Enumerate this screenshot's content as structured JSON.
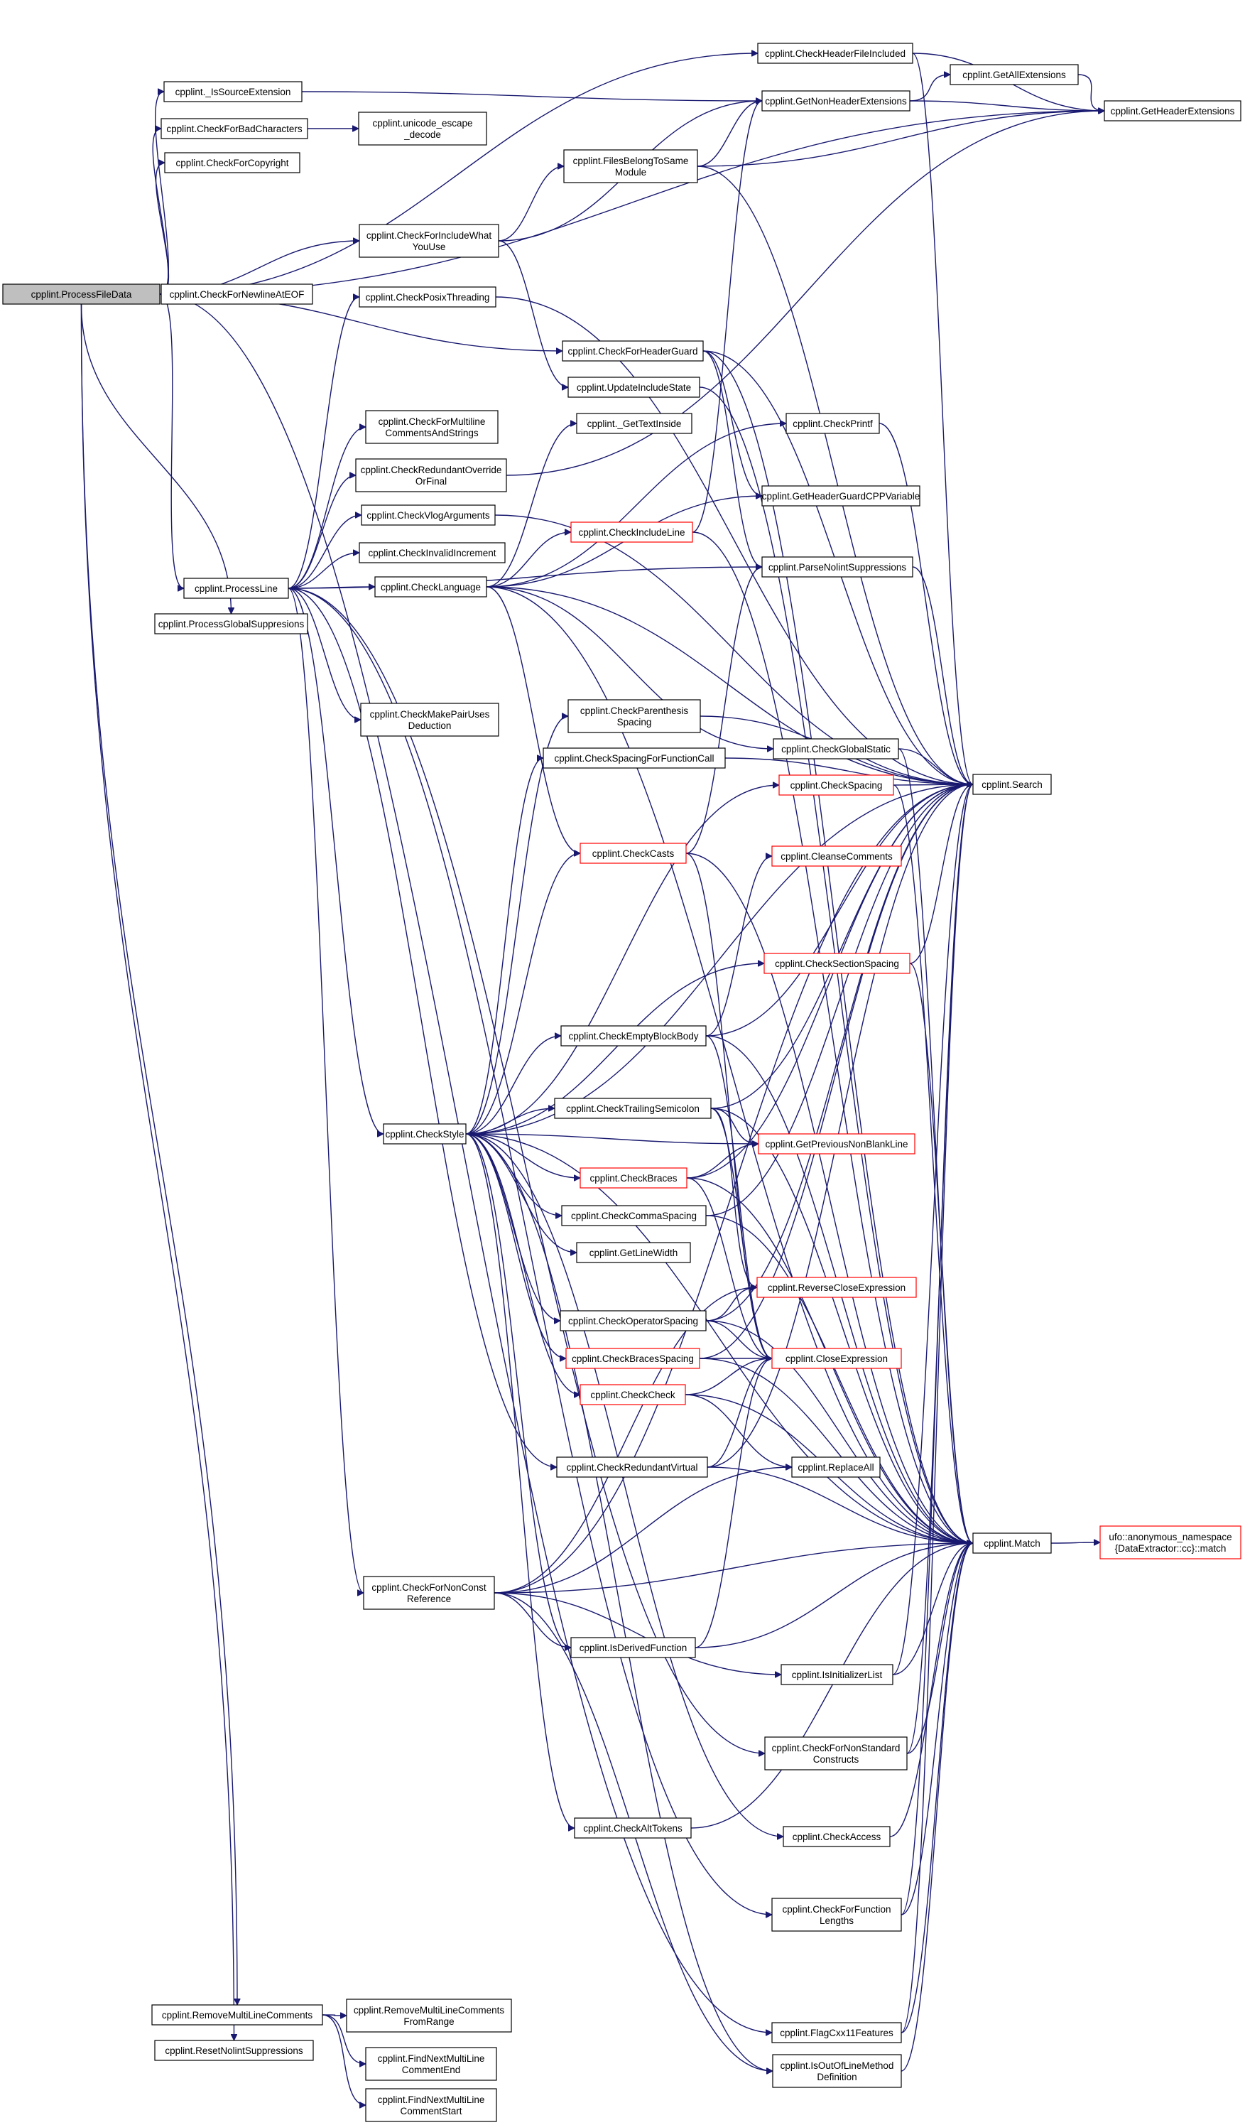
{
  "diagram": {
    "nodes": {
      "PFD": {
        "lines": [
          "cpplint.ProcessFileData"
        ],
        "red": false,
        "root": true
      },
      "ISE": {
        "lines": [
          "cpplint._IsSourceExtension"
        ],
        "red": false
      },
      "CFBC": {
        "lines": [
          "cpplint.CheckForBadCharacters"
        ],
        "red": false
      },
      "UED": {
        "lines": [
          "cpplint.unicode_escape",
          "_decode"
        ],
        "red": false
      },
      "CFC": {
        "lines": [
          "cpplint.CheckForCopyright"
        ],
        "red": false
      },
      "CFIWYU": {
        "lines": [
          "cpplint.CheckForIncludeWhat",
          "YouUse"
        ],
        "red": false
      },
      "CFNAE": {
        "lines": [
          "cpplint.CheckForNewlineAtEOF"
        ],
        "red": false
      },
      "CPT": {
        "lines": [
          "cpplint.CheckPosixThreading"
        ],
        "red": false
      },
      "CFMCS": {
        "lines": [
          "cpplint.CheckForMultiline",
          "CommentsAndStrings"
        ],
        "red": false
      },
      "CROOF": {
        "lines": [
          "cpplint.CheckRedundantOverride",
          "OrFinal"
        ],
        "red": false
      },
      "CVA": {
        "lines": [
          "cpplint.CheckVlogArguments"
        ],
        "red": false
      },
      "CII": {
        "lines": [
          "cpplint.CheckInvalidIncrement"
        ],
        "red": false
      },
      "PL": {
        "lines": [
          "cpplint.ProcessLine"
        ],
        "red": false
      },
      "PGS": {
        "lines": [
          "cpplint.ProcessGlobalSuppresions"
        ],
        "red": false
      },
      "CMPUD": {
        "lines": [
          "cpplint.CheckMakePairUses",
          "Deduction"
        ],
        "red": false
      },
      "CS": {
        "lines": [
          "cpplint.CheckStyle"
        ],
        "red": false
      },
      "CFNCR": {
        "lines": [
          "cpplint.CheckForNonConst",
          "Reference"
        ],
        "red": false
      },
      "RMLC": {
        "lines": [
          "cpplint.RemoveMultiLineComments"
        ],
        "red": false
      },
      "RNS": {
        "lines": [
          "cpplint.ResetNolintSuppressions"
        ],
        "red": false
      },
      "RMLCFR": {
        "lines": [
          "cpplint.RemoveMultiLineComments",
          "FromRange"
        ],
        "red": false
      },
      "FNMLCE": {
        "lines": [
          "cpplint.FindNextMultiLine",
          "CommentEnd"
        ],
        "red": false
      },
      "FNMLCS": {
        "lines": [
          "cpplint.FindNextMultiLine",
          "CommentStart"
        ],
        "red": false
      },
      "FBTSM": {
        "lines": [
          "cpplint.FilesBelongToSame",
          "Module"
        ],
        "red": false
      },
      "CFHG": {
        "lines": [
          "cpplint.CheckForHeaderGuard"
        ],
        "red": false
      },
      "UIS": {
        "lines": [
          "cpplint.UpdateIncludeState"
        ],
        "red": false
      },
      "GTI": {
        "lines": [
          "cpplint._GetTextInside"
        ],
        "red": false
      },
      "CIL": {
        "lines": [
          "cpplint.CheckIncludeLine"
        ],
        "red": true
      },
      "CLang": {
        "lines": [
          "cpplint.CheckLanguage"
        ],
        "red": false
      },
      "CPS": {
        "lines": [
          "cpplint.CheckParenthesis",
          "Spacing"
        ],
        "red": false
      },
      "CSFFC": {
        "lines": [
          "cpplint.CheckSpacingForFunctionCall"
        ],
        "red": false
      },
      "CC": {
        "lines": [
          "cpplint.CheckCasts"
        ],
        "red": true
      },
      "CEBB": {
        "lines": [
          "cpplint.CheckEmptyBlockBody"
        ],
        "red": false
      },
      "CTS": {
        "lines": [
          "cpplint.CheckTrailingSemicolon"
        ],
        "red": false
      },
      "CBr": {
        "lines": [
          "cpplint.CheckBraces"
        ],
        "red": true
      },
      "CCS": {
        "lines": [
          "cpplint.CheckCommaSpacing"
        ],
        "red": false
      },
      "GLW": {
        "lines": [
          "cpplint.GetLineWidth"
        ],
        "red": false
      },
      "COS": {
        "lines": [
          "cpplint.CheckOperatorSpacing"
        ],
        "red": false
      },
      "CBS": {
        "lines": [
          "cpplint.CheckBracesSpacing"
        ],
        "red": true
      },
      "CCk": {
        "lines": [
          "cpplint.CheckCheck"
        ],
        "red": true
      },
      "CRV": {
        "lines": [
          "cpplint.CheckRedundantVirtual"
        ],
        "red": false
      },
      "IDF": {
        "lines": [
          "cpplint.IsDerivedFunction"
        ],
        "red": false
      },
      "CAT": {
        "lines": [
          "cpplint.CheckAltTokens"
        ],
        "red": false
      },
      "CHFI": {
        "lines": [
          "cpplint.CheckHeaderFileIncluded"
        ],
        "red": false
      },
      "GNHE": {
        "lines": [
          "cpplint.GetNonHeaderExtensions"
        ],
        "red": false
      },
      "GAE": {
        "lines": [
          "cpplint.GetAllExtensions"
        ],
        "red": false
      },
      "CPr": {
        "lines": [
          "cpplint.CheckPrintf"
        ],
        "red": false
      },
      "GHGCV": {
        "lines": [
          "cpplint.GetHeaderGuardCPPVariable"
        ],
        "red": false
      },
      "PNS": {
        "lines": [
          "cpplint.ParseNolintSuppressions"
        ],
        "red": false
      },
      "CGS": {
        "lines": [
          "cpplint.CheckGlobalStatic"
        ],
        "red": false
      },
      "CSp": {
        "lines": [
          "cpplint.CheckSpacing"
        ],
        "red": true
      },
      "CCm": {
        "lines": [
          "cpplint.CleanseComments"
        ],
        "red": true
      },
      "CSS": {
        "lines": [
          "cpplint.CheckSectionSpacing"
        ],
        "red": true
      },
      "GPNBL": {
        "lines": [
          "cpplint.GetPreviousNonBlankLine"
        ],
        "red": true
      },
      "RCE": {
        "lines": [
          "cpplint.ReverseCloseExpression"
        ],
        "red": true
      },
      "CE": {
        "lines": [
          "cpplint.CloseExpression"
        ],
        "red": true
      },
      "RA": {
        "lines": [
          "cpplint.ReplaceAll"
        ],
        "red": false
      },
      "IIL": {
        "lines": [
          "cpplint.IsInitializerList"
        ],
        "red": false
      },
      "CFNSC": {
        "lines": [
          "cpplint.CheckForNonStandard",
          "Constructs"
        ],
        "red": false
      },
      "CA": {
        "lines": [
          "cpplint.CheckAccess"
        ],
        "red": false
      },
      "CFFL": {
        "lines": [
          "cpplint.CheckForFunction",
          "Lengths"
        ],
        "red": false
      },
      "FC11": {
        "lines": [
          "cpplint.FlagCxx11Features"
        ],
        "red": false
      },
      "IOLMD": {
        "lines": [
          "cpplint.IsOutOfLineMethod",
          "Definition"
        ],
        "red": false
      },
      "GHE": {
        "lines": [
          "cpplint.GetHeaderExtensions"
        ],
        "red": false
      },
      "SRCH": {
        "lines": [
          "cpplint.Search"
        ],
        "red": false
      },
      "MTCH": {
        "lines": [
          "cpplint.Match"
        ],
        "red": false
      },
      "UFO": {
        "lines": [
          "ufo::anonymous_namespace",
          "{DataExtractor::cc}::match"
        ],
        "red": true
      }
    },
    "edges": [
      [
        "PFD",
        "ISE"
      ],
      [
        "PFD",
        "CFBC"
      ],
      [
        "PFD",
        "CFC"
      ],
      [
        "PFD",
        "CFIWYU"
      ],
      [
        "PFD",
        "CFNAE"
      ],
      [
        "PFD",
        "CFHG"
      ],
      [
        "PFD",
        "CHFI"
      ],
      [
        "PFD",
        "GHE"
      ],
      [
        "PFD",
        "PL"
      ],
      [
        "PFD",
        "PGS"
      ],
      [
        "PFD",
        "RMLC"
      ],
      [
        "PFD",
        "RNS"
      ],
      [
        "PFD",
        "FC11"
      ],
      [
        "ISE",
        "GNHE"
      ],
      [
        "CFBC",
        "UED"
      ],
      [
        "CFIWYU",
        "GNHE"
      ],
      [
        "CFIWYU",
        "FBTSM"
      ],
      [
        "CFIWYU",
        "UIS"
      ],
      [
        "FBTSM",
        "GNHE"
      ],
      [
        "FBTSM",
        "GHE"
      ],
      [
        "FBTSM",
        "SRCH"
      ],
      [
        "GNHE",
        "GAE"
      ],
      [
        "GNHE",
        "GHE"
      ],
      [
        "GAE",
        "GHE"
      ],
      [
        "CHFI",
        "GHE"
      ],
      [
        "CHFI",
        "SRCH"
      ],
      [
        "CPT",
        "SRCH"
      ],
      [
        "CFHG",
        "SRCH"
      ],
      [
        "CFHG",
        "GHGCV"
      ],
      [
        "CFHG",
        "PNS"
      ],
      [
        "CFHG",
        "MTCH"
      ],
      [
        "UIS",
        "MTCH"
      ],
      [
        "PL",
        "CPT"
      ],
      [
        "PL",
        "CFMCS"
      ],
      [
        "PL",
        "CROOF"
      ],
      [
        "PL",
        "CVA"
      ],
      [
        "PL",
        "CII"
      ],
      [
        "PL",
        "CLang"
      ],
      [
        "PL",
        "CMPUD"
      ],
      [
        "PL",
        "CS"
      ],
      [
        "PL",
        "CFNCR"
      ],
      [
        "PL",
        "CRV"
      ],
      [
        "PL",
        "CFNSC"
      ],
      [
        "PL",
        "CFFL"
      ],
      [
        "PL",
        "PNS"
      ],
      [
        "CROOF",
        "GHE"
      ],
      [
        "CVA",
        "SRCH"
      ],
      [
        "CLang",
        "GTI"
      ],
      [
        "CLang",
        "CPr"
      ],
      [
        "CLang",
        "CIL"
      ],
      [
        "CLang",
        "GHGCV"
      ],
      [
        "CLang",
        "CGS"
      ],
      [
        "CLang",
        "CC"
      ],
      [
        "CLang",
        "SRCH"
      ],
      [
        "CLang",
        "MTCH"
      ],
      [
        "CIL",
        "GNHE"
      ],
      [
        "CIL",
        "MTCH"
      ],
      [
        "CPr",
        "SRCH"
      ],
      [
        "PNS",
        "SRCH"
      ],
      [
        "CGS",
        "SRCH"
      ],
      [
        "CGS",
        "MTCH"
      ],
      [
        "CS",
        "CPS"
      ],
      [
        "CS",
        "CSFFC"
      ],
      [
        "CS",
        "CSp"
      ],
      [
        "CS",
        "CC"
      ],
      [
        "CS",
        "CEBB"
      ],
      [
        "CS",
        "CSS"
      ],
      [
        "CS",
        "CTS"
      ],
      [
        "CS",
        "GPNBL"
      ],
      [
        "CS",
        "CBr"
      ],
      [
        "CS",
        "CCS"
      ],
      [
        "CS",
        "GLW"
      ],
      [
        "CS",
        "COS"
      ],
      [
        "CS",
        "CBS"
      ],
      [
        "CS",
        "CCk"
      ],
      [
        "CS",
        "IDF"
      ],
      [
        "CS",
        "CAT"
      ],
      [
        "CS",
        "CA"
      ],
      [
        "CS",
        "IOLMD"
      ],
      [
        "CS",
        "SRCH"
      ],
      [
        "CS",
        "MTCH"
      ],
      [
        "CPS",
        "SRCH"
      ],
      [
        "CSFFC",
        "SRCH"
      ],
      [
        "CSp",
        "SRCH"
      ],
      [
        "CSp",
        "MTCH"
      ],
      [
        "CC",
        "PNS"
      ],
      [
        "CC",
        "CE"
      ],
      [
        "CC",
        "MTCH"
      ],
      [
        "CEBB",
        "CCm"
      ],
      [
        "CEBB",
        "SRCH"
      ],
      [
        "CEBB",
        "CE"
      ],
      [
        "CEBB",
        "MTCH"
      ],
      [
        "CSS",
        "SRCH"
      ],
      [
        "CSS",
        "MTCH"
      ],
      [
        "CTS",
        "GPNBL"
      ],
      [
        "CTS",
        "RCE"
      ],
      [
        "CTS",
        "CE"
      ],
      [
        "CTS",
        "SRCH"
      ],
      [
        "CTS",
        "MTCH"
      ],
      [
        "CBr",
        "GPNBL"
      ],
      [
        "CBr",
        "SRCH"
      ],
      [
        "CBr",
        "CE"
      ],
      [
        "CBr",
        "MTCH"
      ],
      [
        "CCS",
        "SRCH"
      ],
      [
        "CCS",
        "MTCH"
      ],
      [
        "COS",
        "RCE"
      ],
      [
        "COS",
        "CE"
      ],
      [
        "COS",
        "SRCH"
      ],
      [
        "COS",
        "MTCH"
      ],
      [
        "CBS",
        "CE"
      ],
      [
        "CBS",
        "SRCH"
      ],
      [
        "CBS",
        "MTCH"
      ],
      [
        "CCk",
        "CE"
      ],
      [
        "CCk",
        "RA"
      ],
      [
        "CCk",
        "MTCH"
      ],
      [
        "CRV",
        "CE"
      ],
      [
        "CRV",
        "SRCH"
      ],
      [
        "CRV",
        "MTCH"
      ],
      [
        "CFNCR",
        "RCE"
      ],
      [
        "CFNCR",
        "RA"
      ],
      [
        "CFNCR",
        "IDF"
      ],
      [
        "CFNCR",
        "IIL"
      ],
      [
        "CFNCR",
        "IOLMD"
      ],
      [
        "CFNCR",
        "SRCH"
      ],
      [
        "CFNCR",
        "MTCH"
      ],
      [
        "IDF",
        "CE"
      ],
      [
        "IDF",
        "MTCH"
      ],
      [
        "IIL",
        "SRCH"
      ],
      [
        "IIL",
        "MTCH"
      ],
      [
        "CFNSC",
        "SRCH"
      ],
      [
        "CFNSC",
        "MTCH"
      ],
      [
        "CA",
        "MTCH"
      ],
      [
        "CAT",
        "MTCH"
      ],
      [
        "CFFL",
        "SRCH"
      ],
      [
        "CFFL",
        "MTCH"
      ],
      [
        "FC11",
        "SRCH"
      ],
      [
        "FC11",
        "MTCH"
      ],
      [
        "IOLMD",
        "MTCH"
      ],
      [
        "RMLC",
        "RMLCFR"
      ],
      [
        "RMLC",
        "FNMLCE"
      ],
      [
        "RMLC",
        "FNMLCS"
      ],
      [
        "MTCH",
        "UFO"
      ]
    ]
  }
}
